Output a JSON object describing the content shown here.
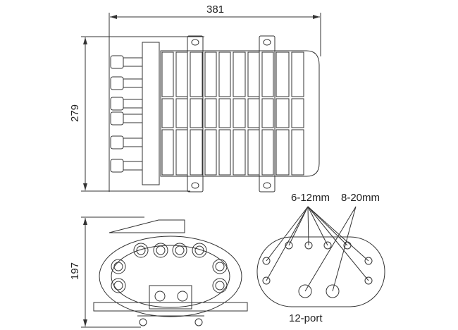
{
  "dimensions": {
    "width": "381",
    "height": "279",
    "depth": "197"
  },
  "port_diagram": {
    "small_port_label": "6-12mm",
    "large_port_label": "8-20mm",
    "caption": "12-port"
  },
  "colors": {
    "line": "#333333",
    "background": "#ffffff"
  }
}
